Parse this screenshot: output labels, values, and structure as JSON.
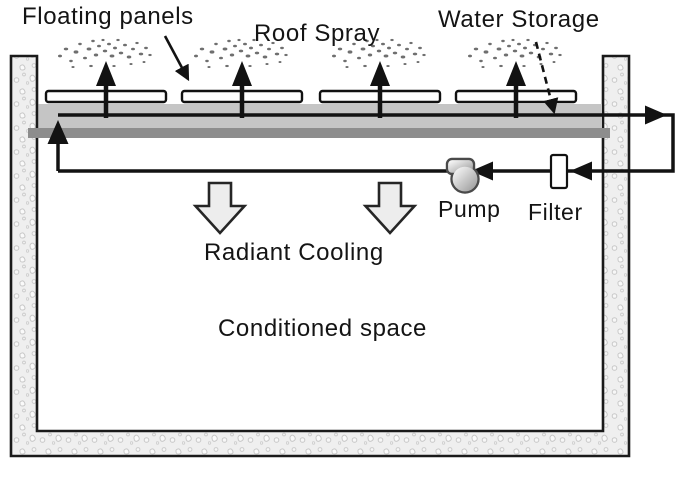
{
  "diagram": {
    "labels": {
      "floating_panels": "Floating panels",
      "roof_spray": "Roof Spray",
      "water_storage": "Water Storage",
      "pump": "Pump",
      "filter": "Filter",
      "radiant_cooling": "Radiant Cooling",
      "conditioned_space": "Conditioned space"
    },
    "colors": {
      "water_layer": "#c5c5c5",
      "roof_slab": "#8d8d8d",
      "pipe_line": "#121212",
      "wall_base": "#efefef",
      "wall_speckle": "#c8c8c8",
      "panel_fill": "#ffffff",
      "hollow_arrow_fill": "#ededed",
      "spray_dot": "#6f6f6f"
    },
    "counts": {
      "floating_panels": 4,
      "spray_jets": 4,
      "radiant_cooling_arrows": 2
    },
    "annotations": {
      "floating_panels_pointer": "solid",
      "water_storage_pointer": "dashed"
    }
  }
}
